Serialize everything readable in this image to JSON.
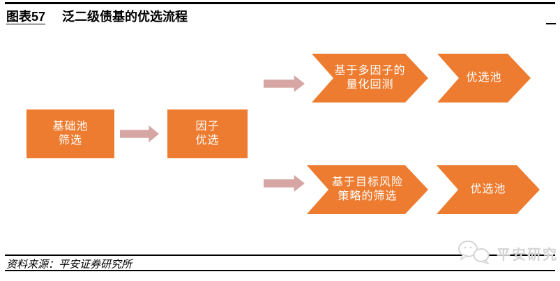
{
  "header": {
    "figure_label": "图表57",
    "figure_title": "泛二级债基的优选流程"
  },
  "flowchart": {
    "boxes": [
      {
        "id": "base-pool-screening",
        "lines": [
          "基础池",
          "筛选"
        ]
      },
      {
        "id": "factor-selection",
        "lines": [
          "因子",
          "优选"
        ]
      }
    ],
    "branches": [
      {
        "chevrons": [
          {
            "id": "multifactor-backtest",
            "lines": [
              "基于多因子的",
              "量化回测"
            ]
          },
          {
            "id": "preferred-pool-top",
            "lines": [
              "优选池"
            ]
          }
        ]
      },
      {
        "chevrons": [
          {
            "id": "target-risk-screening",
            "lines": [
              "基于目标风险",
              "策略的筛选"
            ]
          },
          {
            "id": "preferred-pool-bottom",
            "lines": [
              "优选池"
            ]
          }
        ]
      }
    ]
  },
  "footer": {
    "source_text": "资料来源：平安证券研究所"
  },
  "watermark": {
    "label": "平安研究",
    "icon": "wechat-bubbles-icon"
  },
  "colors": {
    "shape_orange": "#ED7C30",
    "arrow_pink": "#D6A6A4",
    "watermark_gray": "#D4D4D4",
    "rule_black": "#000000"
  }
}
